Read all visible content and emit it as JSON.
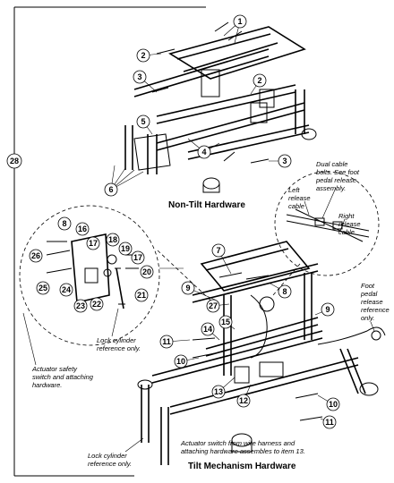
{
  "sections": {
    "top_title": "Non-Tilt Hardware",
    "bottom_title": "Tilt Mechanism Hardware"
  },
  "page_ref": "28",
  "callouts_top": [
    "1",
    "2",
    "3",
    "2",
    "5",
    "4",
    "3",
    "6"
  ],
  "callouts_left_detail": [
    "8",
    "16",
    "17",
    "18",
    "26",
    "19",
    "17",
    "20",
    "25",
    "24",
    "22",
    "23",
    "21"
  ],
  "callouts_bottom": [
    "7",
    "9",
    "8",
    "27",
    "15",
    "14",
    "11",
    "10",
    "9",
    "13",
    "12",
    "10",
    "11"
  ],
  "notes": {
    "dual_cable": [
      "Dual cable",
      "bolts. See foot",
      "pedal release",
      "assembly."
    ],
    "left_release": [
      "Left",
      "release",
      "cable"
    ],
    "right_release": [
      "Right",
      "release",
      "cable"
    ],
    "foot_pedal": [
      "Foot",
      "pedal",
      "release",
      "reference",
      "only."
    ],
    "lock_cylinder_top": [
      "Lock cylinder",
      "reference only."
    ],
    "actuator_safety": [
      "Actuator safety",
      "switch and attaching",
      "hardware."
    ],
    "lock_cylinder_bottom": [
      "Lock cylinder",
      "reference only."
    ],
    "actuator_switch": [
      "Actuator switch from wire harness and",
      "attaching hardware assembles to item 13."
    ]
  }
}
